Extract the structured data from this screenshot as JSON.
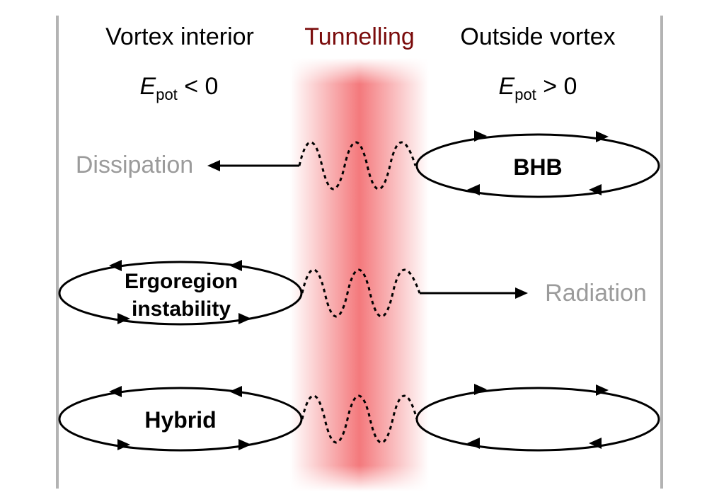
{
  "headers": {
    "left": "Vortex interior",
    "middle": "Tunnelling",
    "right": "Outside vortex"
  },
  "conditions": {
    "left": {
      "symbol": "E",
      "subscript": "pot",
      "relation": " < 0"
    },
    "right": {
      "symbol": "E",
      "subscript": "pot",
      "relation": " > 0"
    }
  },
  "rows": {
    "bhb": {
      "right_label": "BHB",
      "left_text": "Dissipation"
    },
    "ergoregion": {
      "left_label_line1": "Ergoregion",
      "left_label_line2": "instability",
      "right_text": "Radiation"
    },
    "hybrid": {
      "left_label": "Hybrid"
    }
  },
  "colors": {
    "tunnelling_band": "#f4797c",
    "tunnelling_label": "#7a0b0b",
    "divider": "#b3b3b3",
    "faded_text": "#9b9b9b",
    "line": "#000000"
  }
}
